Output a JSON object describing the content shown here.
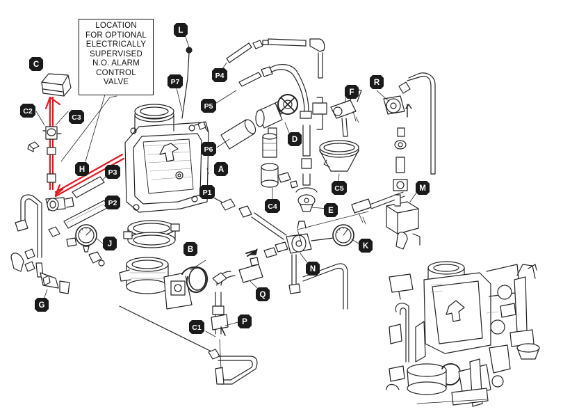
{
  "callout": {
    "lines": [
      "LOCATION",
      "FOR OPTIONAL",
      "ELECTRICALLY",
      "SUPERVISED",
      "N.O. ALARM",
      "CONTROL",
      "VALVE"
    ]
  },
  "labels": {
    "A": "A",
    "B": "B",
    "C": "C",
    "C1": "C1",
    "C2": "C2",
    "C3": "C3",
    "C4": "C4",
    "C5": "C5",
    "D": "D",
    "E": "E",
    "F": "F",
    "G": "G",
    "H": "H",
    "J": "J",
    "K": "K",
    "L": "L",
    "M": "M",
    "N": "N",
    "P": "P",
    "P1": "P1",
    "P2": "P2",
    "P3": "P3",
    "P4": "P4",
    "P5": "P5",
    "P6": "P6",
    "P7": "P7",
    "Q": "Q",
    "R": "R"
  },
  "colors": {
    "marker": "#1a1a1a",
    "marker_text": "#ffffff",
    "line_art": "#222222",
    "highlight": "#e0191f"
  }
}
